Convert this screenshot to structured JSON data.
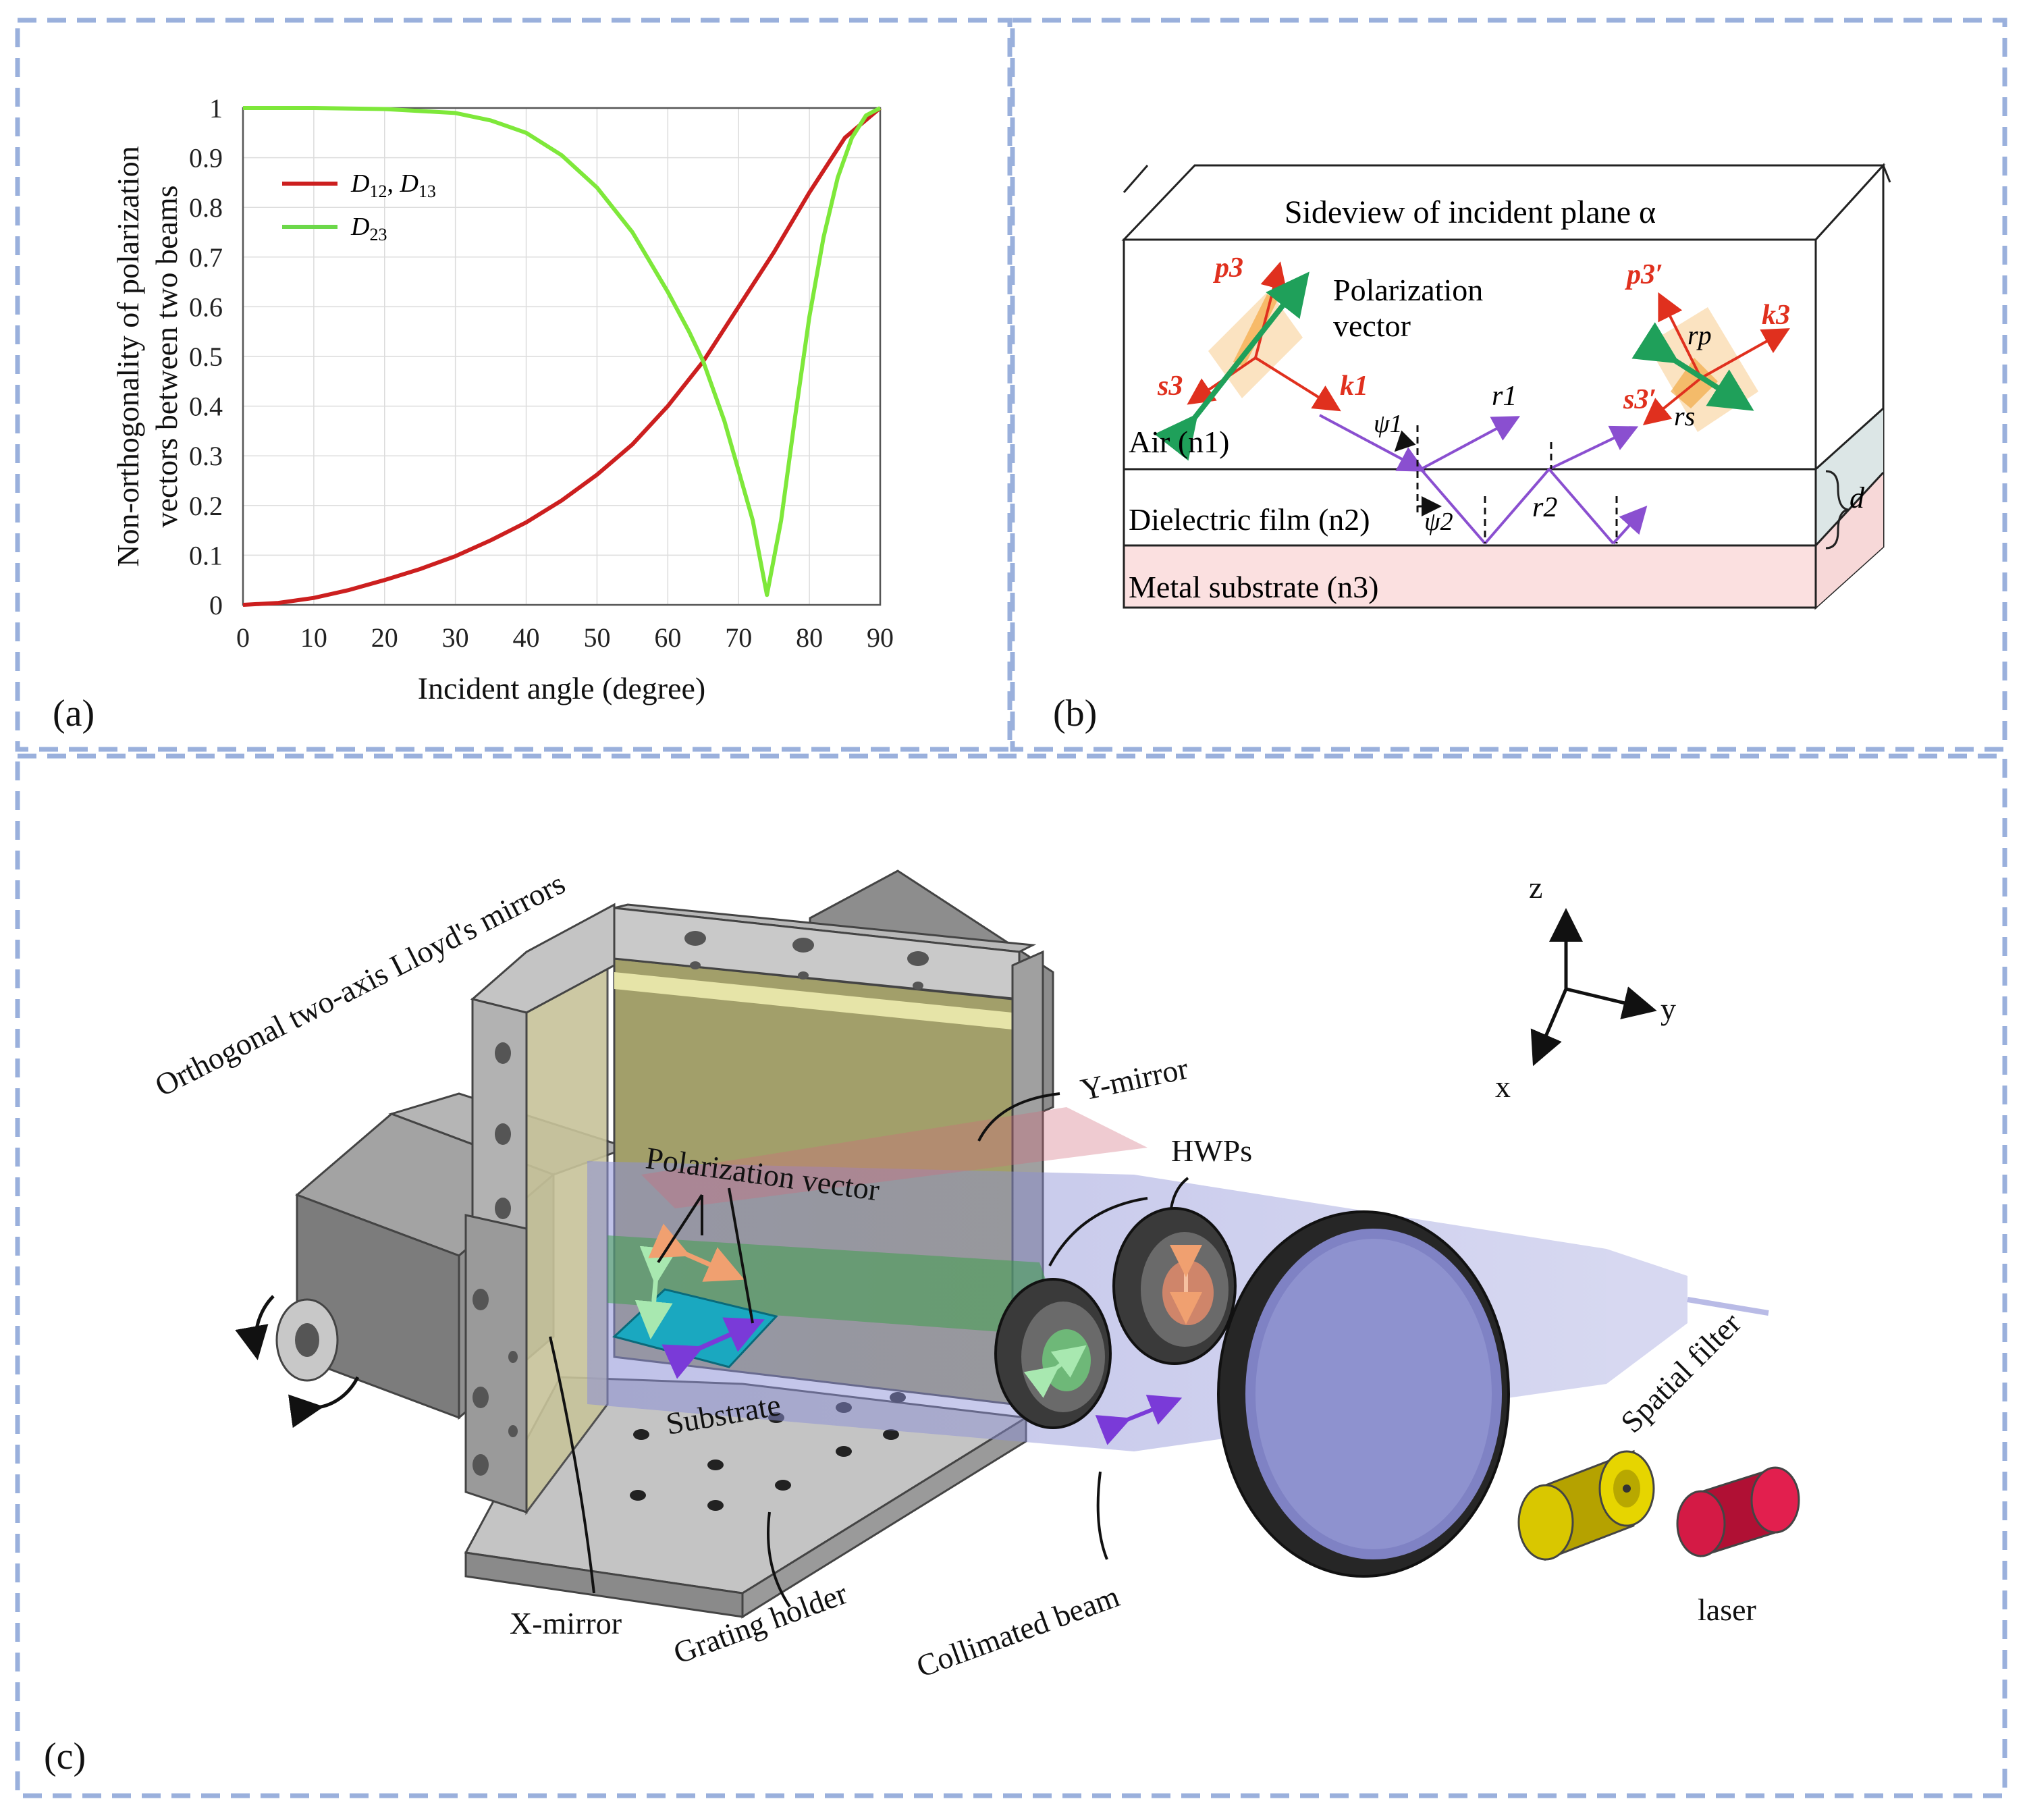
{
  "panels": {
    "a": {
      "label": "(a)",
      "chart_data": {
        "type": "line",
        "xlabel": "Incident angle (degree)",
        "ylabel_line1": "Non-orthogonality of polarization",
        "ylabel_line2": "vectors between two beams",
        "xlim": [
          0,
          90
        ],
        "ylim": [
          0,
          1
        ],
        "xticks": [
          "0",
          "10",
          "20",
          "30",
          "40",
          "50",
          "60",
          "70",
          "80",
          "90"
        ],
        "yticks": [
          "0",
          "0.1",
          "0.2",
          "0.3",
          "0.4",
          "0.5",
          "0.6",
          "0.7",
          "0.8",
          "0.9",
          "1"
        ],
        "grid": true,
        "legend_position": "top-left",
        "series": [
          {
            "name": "D12, D13",
            "color": "#cc1f1f",
            "x": [
              0,
              5,
              10,
              15,
              20,
              25,
              30,
              35,
              40,
              45,
              50,
              55,
              60,
              65,
              70,
              75,
              80,
              85,
              90
            ],
            "y": [
              0.0,
              0.004,
              0.014,
              0.03,
              0.05,
              0.072,
              0.098,
              0.13,
              0.166,
              0.21,
              0.262,
              0.323,
              0.4,
              0.49,
              0.6,
              0.71,
              0.83,
              0.94,
              1.0
            ]
          },
          {
            "name": "D23",
            "color": "#7ee83a",
            "x": [
              0,
              10,
              20,
              30,
              35,
              40,
              45,
              50,
              55,
              60,
              63,
              65,
              68,
              70,
              72,
              74,
              76,
              78,
              80,
              82,
              84,
              86,
              88,
              90
            ],
            "y": [
              1.0,
              1.0,
              0.998,
              0.99,
              0.975,
              0.95,
              0.905,
              0.84,
              0.75,
              0.63,
              0.55,
              0.49,
              0.37,
              0.27,
              0.17,
              0.02,
              0.17,
              0.38,
              0.58,
              0.74,
              0.86,
              0.94,
              0.985,
              1.0
            ]
          }
        ]
      },
      "legend": [
        {
          "main": "D",
          "sub": "12",
          "sep": ", ",
          "main2": "D",
          "sub2": "13"
        },
        {
          "main": "D",
          "sub": "23"
        }
      ]
    },
    "b": {
      "label": "(b)",
      "title": "Sideview of incident plane α",
      "polarization_label_line1": "Polarization",
      "polarization_label_line2": "vector",
      "vectors": {
        "p3": "p3",
        "s3": "s3",
        "k1": "k1",
        "r1": "r1",
        "r2": "r2",
        "p3p": "p3′",
        "s3p": "s3′",
        "k3": "k3",
        "rp": "rp",
        "rs": "rs",
        "psi1": "ψ1",
        "psi2": "ψ2",
        "d": "d"
      },
      "layers": [
        "Air (n1)",
        "Dielectric film (n2)",
        "Metal substrate (n3)"
      ],
      "colors": {
        "metal": "#fbe0e0",
        "film_side": "#dce6e6",
        "orange": "#f6c276"
      }
    },
    "c": {
      "label": "(c)",
      "labels": {
        "lloyd": "Orthogonal two-axis Lloyd's mirrors",
        "polvec": "Polarization vector",
        "ymirror": "Y-mirror",
        "hwps": "HWPs",
        "substrate": "Substrate",
        "xmirror": "X-mirror",
        "grating": "Grating holder",
        "collimated": "Collimated beam",
        "spatial": "Spatial filter",
        "laser": "laser",
        "z": "z",
        "y": "y",
        "x": "x"
      },
      "colors": {
        "beam": "#8b8fd6",
        "laser": "#c8143c",
        "filter": "#c8b400",
        "substrate": "#1aa8c0"
      }
    }
  }
}
